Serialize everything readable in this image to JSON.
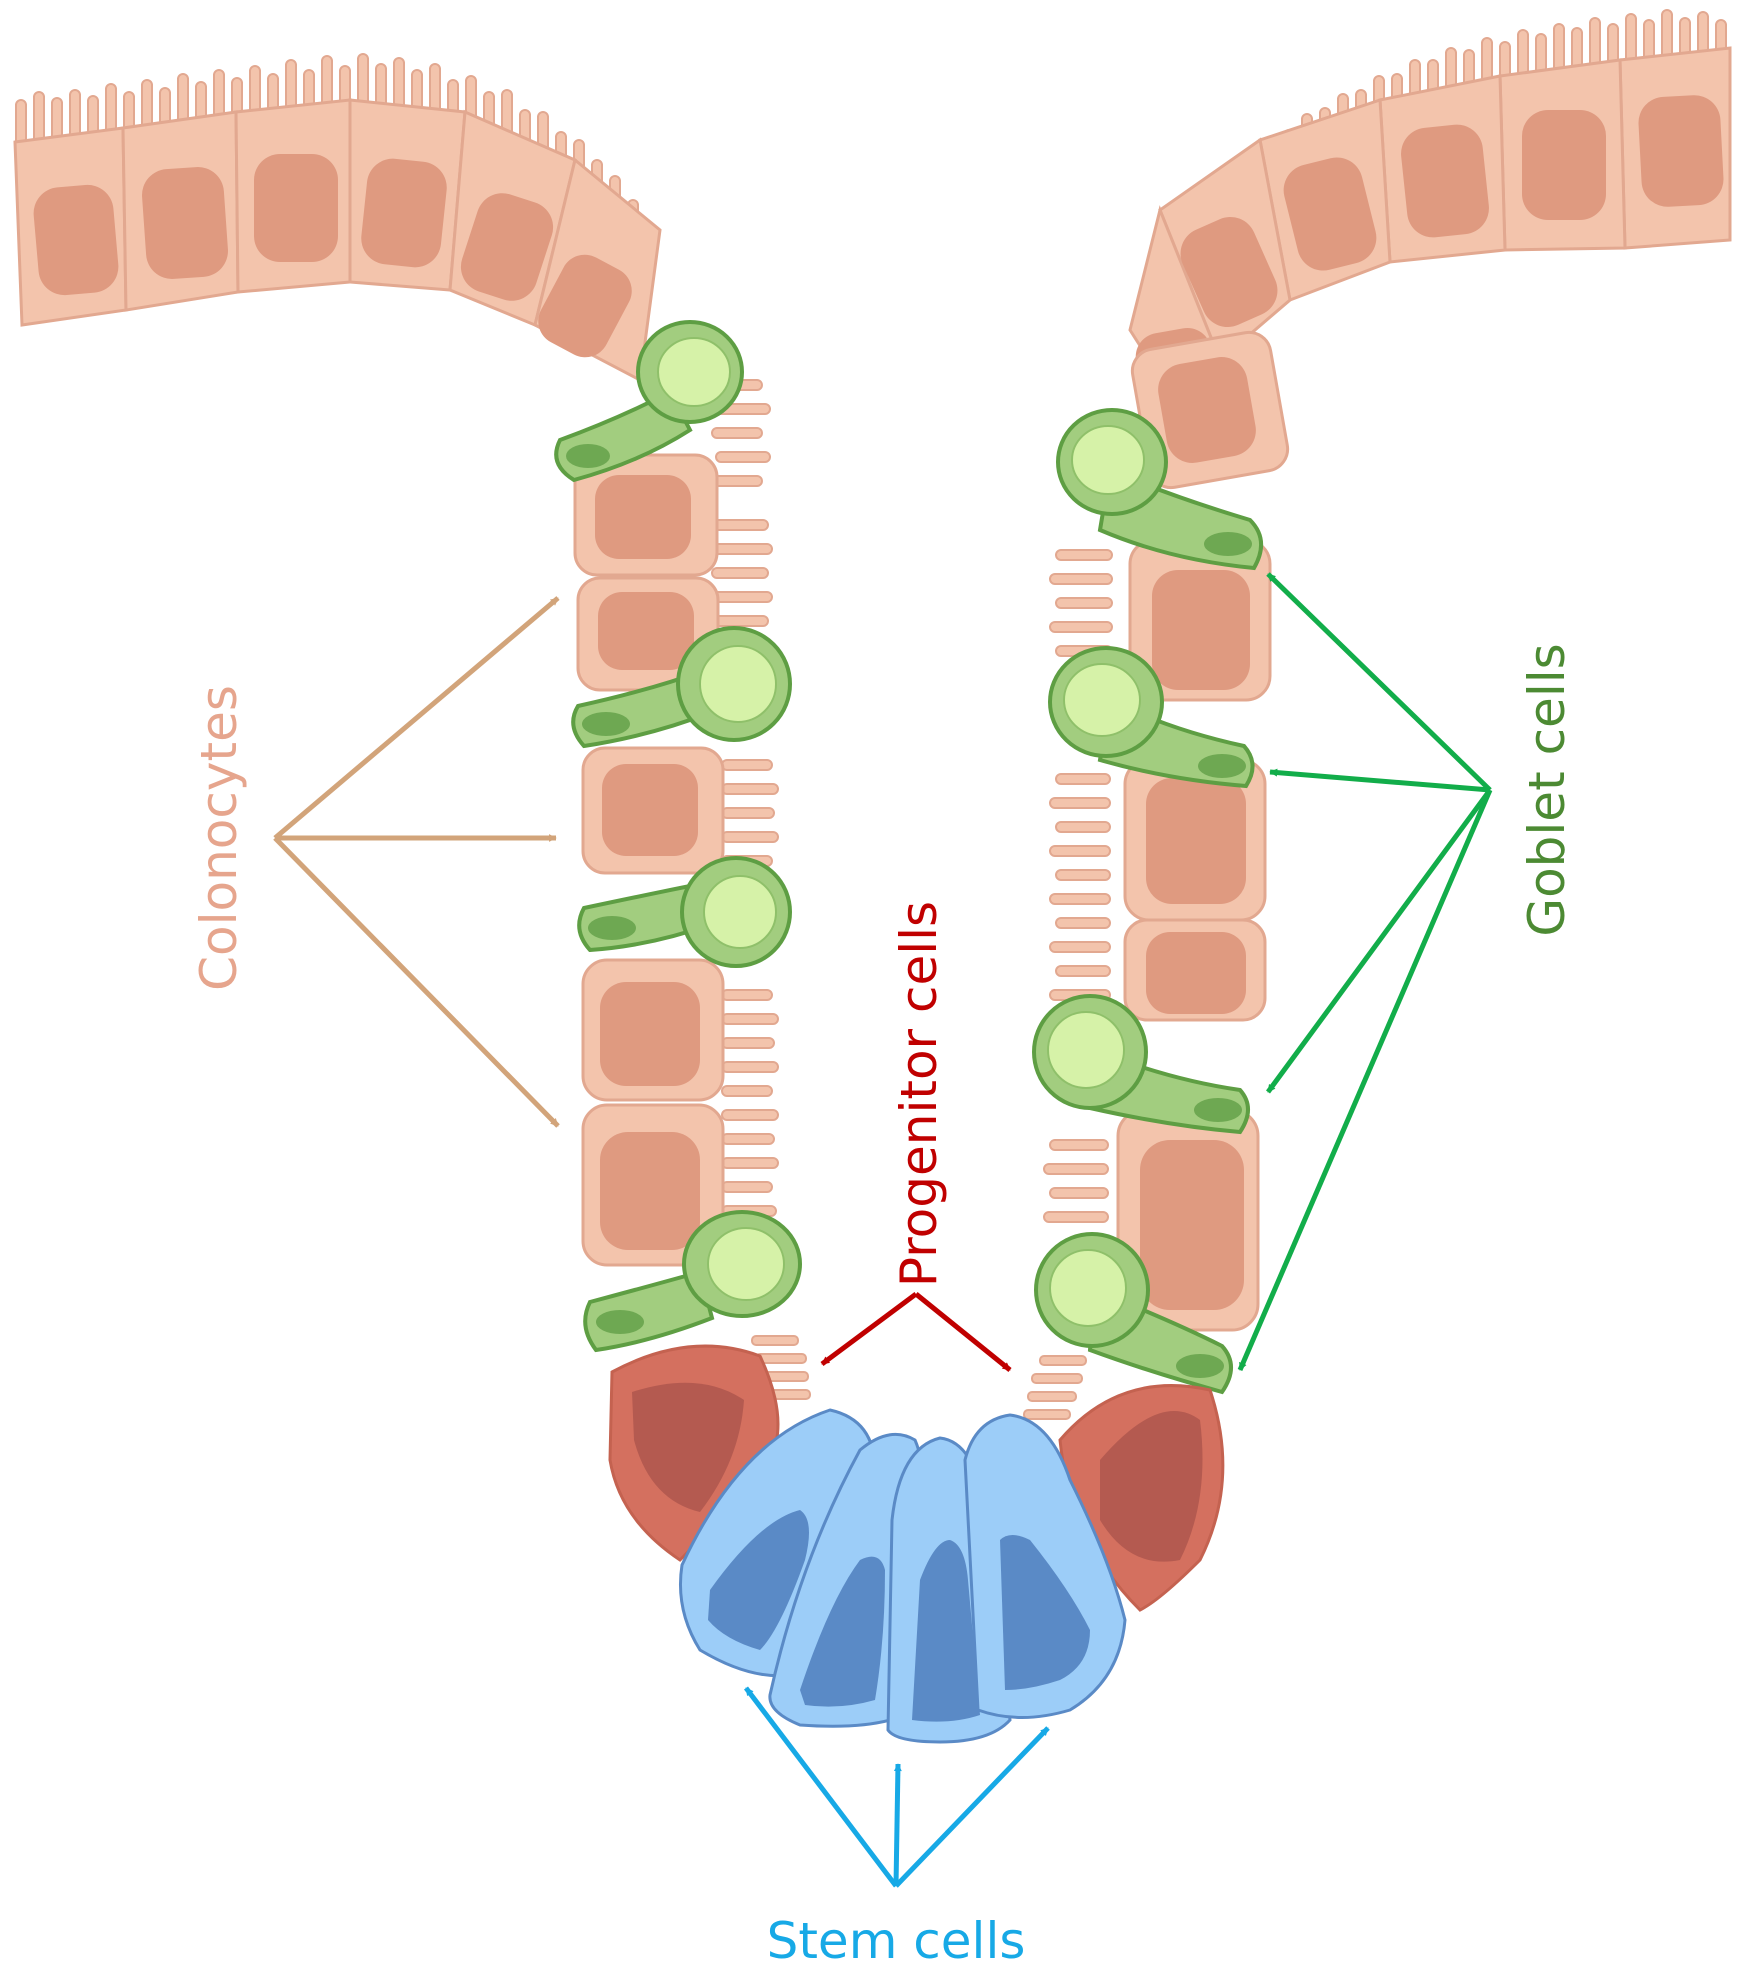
{
  "labels": {
    "colonocytes": "Colonocytes",
    "goblet": "Goblet cells",
    "progenitor": "Progenitor cells",
    "stem": "Stem cells"
  },
  "colors": {
    "colonocyte_cell": "#f3c4ac",
    "colonocyte_nucleus": "#df9a80",
    "colonocyte_label": "#e6a58d",
    "colonocyte_arrow": "#d2a47a",
    "goblet_cell": "#a2cd7f",
    "goblet_vesicle": "#d6f2a8",
    "goblet_outline": "#5e9e43",
    "goblet_label": "#4c8a33",
    "goblet_arrow": "#12ad4a",
    "progenitor_cell": "#d4705f",
    "progenitor_nucleus": "#b45a50",
    "progenitor_arrow": "#c00000",
    "stem_cell": "#9ccdf8",
    "stem_nucleus": "#5a8ac6",
    "stem_arrow": "#17a9e6"
  }
}
